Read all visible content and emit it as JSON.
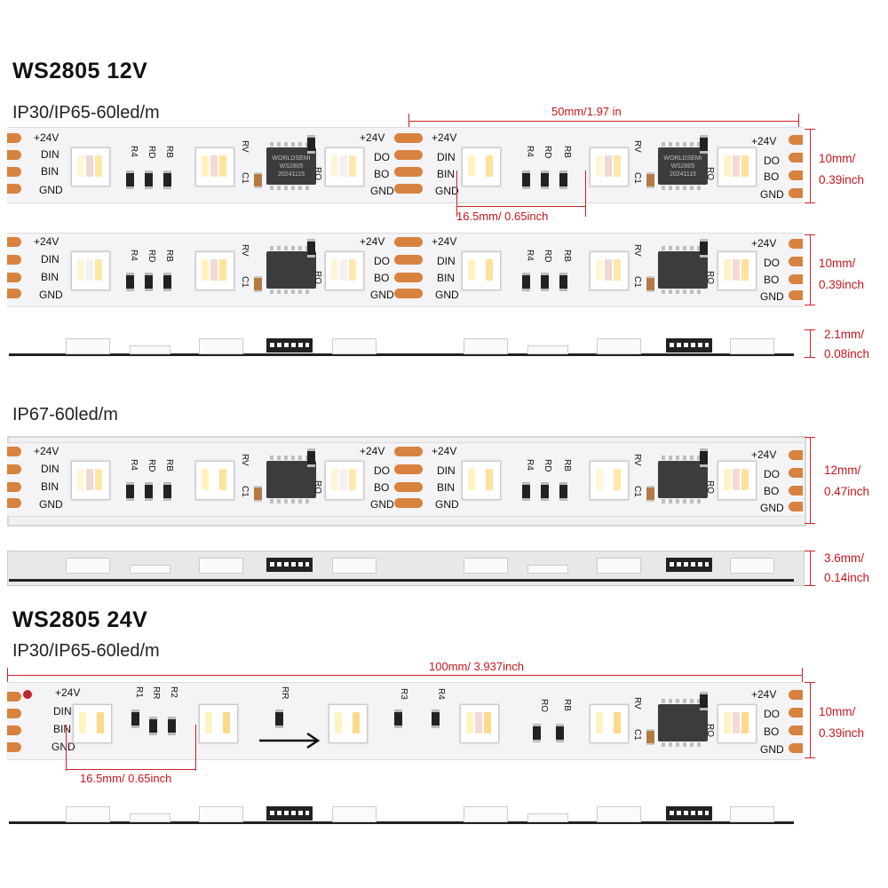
{
  "sections": {
    "s12v": {
      "title": "WS2805 12V",
      "sub1": "IP30/IP65-60led/m",
      "sub2": "IP67-60led/m"
    },
    "s24v": {
      "title": "WS2805 24V",
      "sub1": "IP30/IP65-60led/m"
    }
  },
  "labels": {
    "v24": "+24V",
    "din": "DIN",
    "bin": "BIN",
    "gnd": "GND",
    "do": "DO",
    "bo": "BO",
    "r4": "R4",
    "rd": "RD",
    "rb": "RB",
    "rv": "RV",
    "ro": "RO",
    "c1": "C1",
    "r1": "R1",
    "rr": "RR",
    "r2": "R2",
    "r3": "R3",
    "chip_line1": "WORLDSEMI",
    "chip_line2": "WS2805",
    "chip_line3": "20241115"
  },
  "dimensions": {
    "len50": "50mm/1.97 in",
    "pitch12": "16.5mm/ 0.65inch",
    "w10_a": "10mm/",
    "w10_b": "0.39inch",
    "t21_a": "2.1mm/",
    "t21_b": "0.08inch",
    "w12_a": "12mm/",
    "w12_b": "0.47inch",
    "t36_a": "3.6mm/",
    "t36_b": "0.14inch",
    "len100": "100mm/ 3.937inch",
    "pitch24": "16.5mm/ 0.65inch"
  },
  "colors": {
    "pad": "#d8823f",
    "dimension": "#c8161d",
    "pcb": "#f4f4f6"
  },
  "icons": [
    "arrow-right-icon"
  ]
}
